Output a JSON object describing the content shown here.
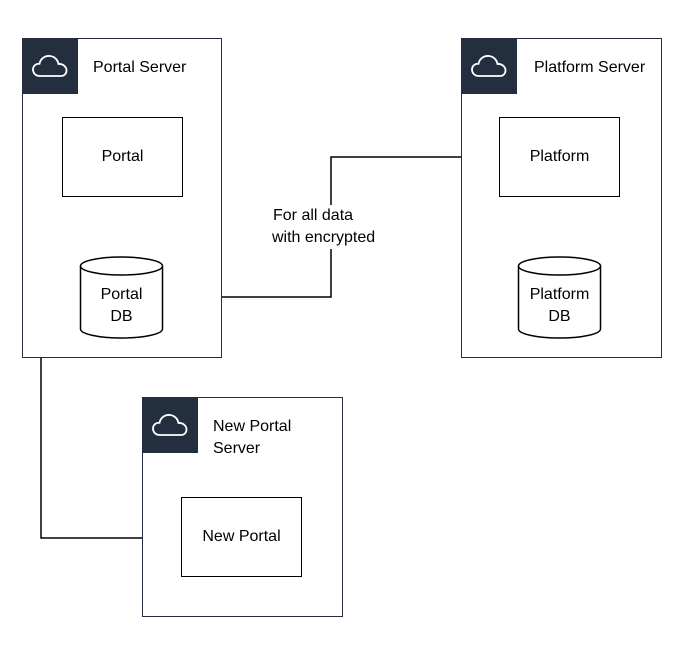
{
  "groups": {
    "portal_server": {
      "title": "Portal Server"
    },
    "platform_server": {
      "title": "Platform Server"
    },
    "new_portal_server": {
      "title_line1": "New Portal",
      "title_line2": "Server"
    }
  },
  "nodes": {
    "portal": "Portal",
    "platform": "Platform",
    "new_portal": "New Portal",
    "portal_db_line1": "Portal",
    "portal_db_line2": "DB",
    "platform_db_line1": "Platform",
    "platform_db_line2": "DB"
  },
  "annotation": {
    "line1": "For all data",
    "line2": "with encrypted"
  },
  "colors": {
    "group_border": "#232f3e",
    "cloud_tab": "#232f3e",
    "line": "#000000"
  },
  "icons": [
    "cloud-icon"
  ]
}
